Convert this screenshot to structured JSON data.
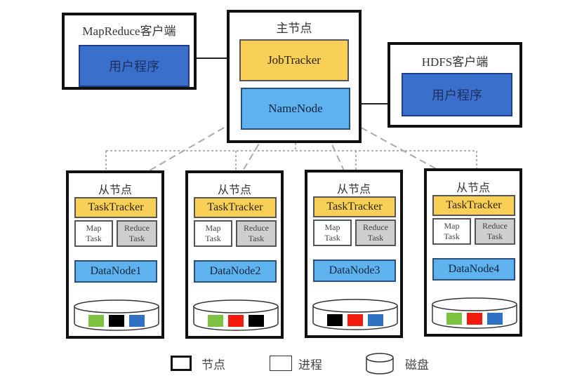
{
  "mapreduce_client": {
    "title": "MapReduce客户端",
    "program_label": "用户程序"
  },
  "master": {
    "title": "主节点",
    "jobtracker_label": "JobTracker",
    "namenode_label": "NameNode"
  },
  "hdfs_client": {
    "title": "HDFS客户端",
    "program_label": "用户程序"
  },
  "slaves": [
    {
      "title": "从节点",
      "tasktracker_label": "TaskTracker",
      "map_task": [
        "Map",
        "Task"
      ],
      "reduce_task": [
        "Reduce",
        "Task"
      ],
      "datanode_label": "DataNode1",
      "blocks": [
        "#7dc243",
        "#000000",
        "#2f72c4"
      ]
    },
    {
      "title": "从节点",
      "tasktracker_label": "TaskTracker",
      "map_task": [
        "Map",
        "Task"
      ],
      "reduce_task": [
        "Reduce",
        "Task"
      ],
      "datanode_label": "DataNode2",
      "blocks": [
        "#7dc243",
        "#f21b0e",
        "#000000"
      ]
    },
    {
      "title": "从节点",
      "tasktracker_label": "TaskTracker",
      "map_task": [
        "Map",
        "Task"
      ],
      "reduce_task": [
        "Reduce",
        "Task"
      ],
      "datanode_label": "DataNode3",
      "blocks": [
        "#000000",
        "#f21b0e",
        "#2f72c4"
      ]
    },
    {
      "title": "从节点",
      "tasktracker_label": "TaskTracker",
      "map_task": [
        "Map",
        "Task"
      ],
      "reduce_task": [
        "Reduce",
        "Task"
      ],
      "datanode_label": "DataNode4",
      "blocks": [
        "#7dc243",
        "#f21b0e",
        "#2f72c4"
      ]
    }
  ],
  "legend": {
    "node_label": "节点",
    "process_label": "进程",
    "disk_label": "磁盘"
  },
  "colors": {
    "client_program": "#3a6fcc",
    "jobtracker": "#f8cf57",
    "namenode": "#5eb2ee",
    "reduce_task": "#cfcfcf"
  }
}
